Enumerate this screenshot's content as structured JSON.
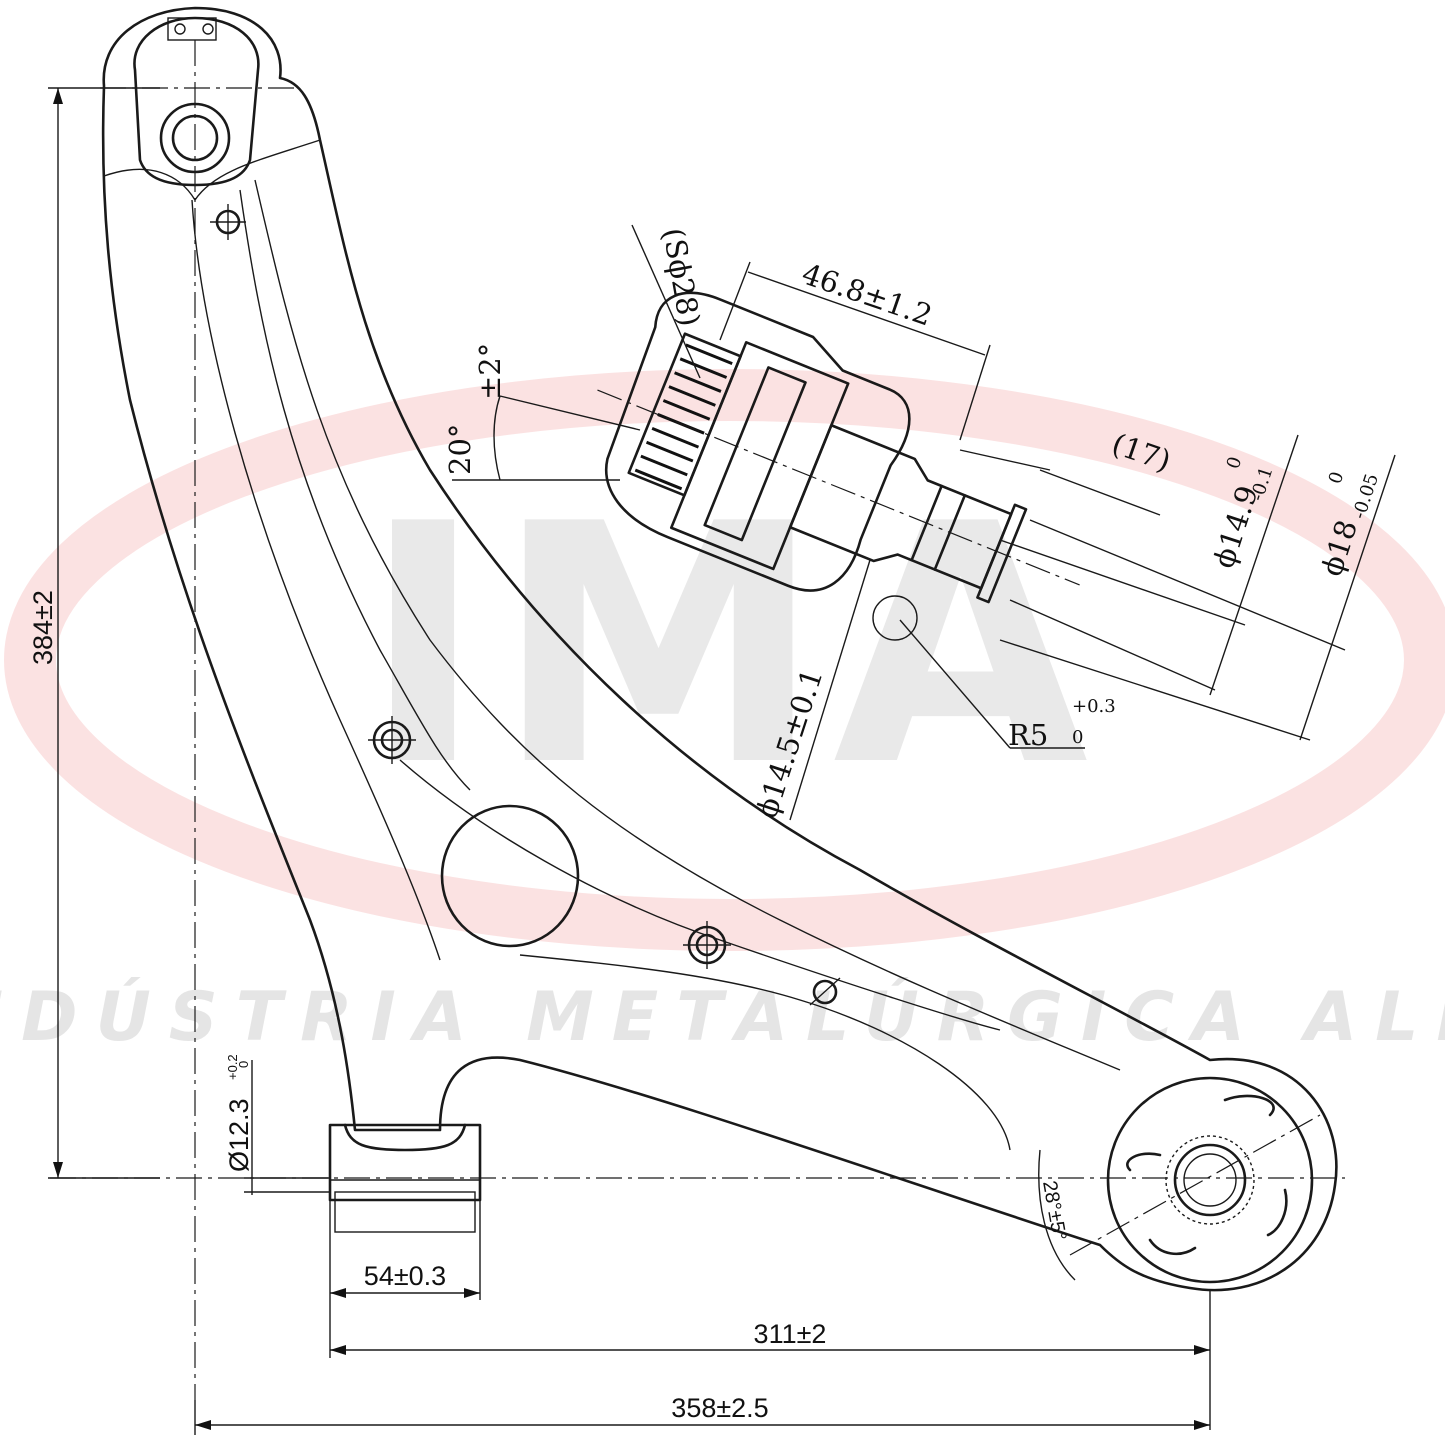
{
  "watermark": {
    "logo_text": "IMA",
    "company_name": "INDÚSTRIA METALÚRGICA ALLI",
    "accent_color": "#e63030"
  },
  "dimensions": {
    "height": "384±2",
    "pivot_bore_dia": "Ø12.3",
    "pivot_bore_tol_upper": "+0.2",
    "pivot_bore_tol_lower": "0",
    "bushing_width": "54±0.3",
    "pivot_spacing": "311±2",
    "overall_width": "358±2.5",
    "bushing_angle": "28°±5°"
  },
  "ball_joint_detail": {
    "boot_dia": "(Sϕ28)",
    "length": "46.8±1.2",
    "cone_angle": "20°",
    "cone_angle_tol": "±2°",
    "ref_length": "(17)",
    "stud_dia_1": "ϕ14.9",
    "stud_dia_1_tol_upper": "0",
    "stud_dia_1_tol_lower": "-0.1",
    "stud_dia_2": "ϕ18",
    "stud_dia_2_tol_upper": "0",
    "stud_dia_2_tol_lower": "-0.05",
    "neck_dia": "ϕ14.5±0.1",
    "radius": "R5",
    "radius_tol_upper": "+0.3",
    "radius_tol_lower": "0"
  }
}
